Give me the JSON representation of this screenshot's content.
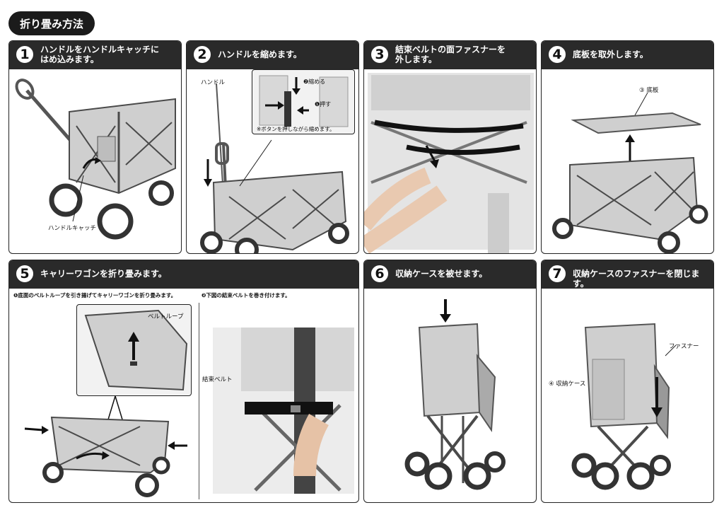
{
  "page_title": "折り畳み方法",
  "steps": [
    {
      "num": "1",
      "title": [
        "ハンドルをハンドルキャッチに",
        "はめ込みます。"
      ],
      "labels": {
        "catch": "ハンドルキャッチ"
      }
    },
    {
      "num": "2",
      "title": [
        "ハンドルを縮めます。"
      ],
      "labels": {
        "handle": "ハンドル",
        "shrink": "❷縮める",
        "push": "❶押す",
        "note": "※ボタンを押しながら縮めます。"
      }
    },
    {
      "num": "3",
      "title": [
        "結束ベルトの面ファスナーを",
        "外します。"
      ]
    },
    {
      "num": "4",
      "title": [
        "底板を取外します。"
      ],
      "labels": {
        "board": "③ 底板"
      }
    },
    {
      "num": "5",
      "title": [
        "キャリーワゴンを折り畳みます。"
      ],
      "sub1": "❶底面のベルトループを引き揚げてキャリーワゴンを折り畳みます。",
      "sub2": "❷下図の結束ベルトを巻き付けます。",
      "labels": {
        "loop": "ベルトループ",
        "belt": "結束ベルト"
      }
    },
    {
      "num": "6",
      "title": [
        "収納ケースを被せます。"
      ]
    },
    {
      "num": "7",
      "title": [
        "収納ケースのファスナーを閉じます。"
      ],
      "labels": {
        "zipper": "ファスナー",
        "case": "④ 収納ケース"
      }
    }
  ],
  "colors": {
    "header": "#2a2a2a",
    "fabric": "#cfcfcf",
    "frame": "#4a4a4a",
    "tire": "#333333"
  }
}
